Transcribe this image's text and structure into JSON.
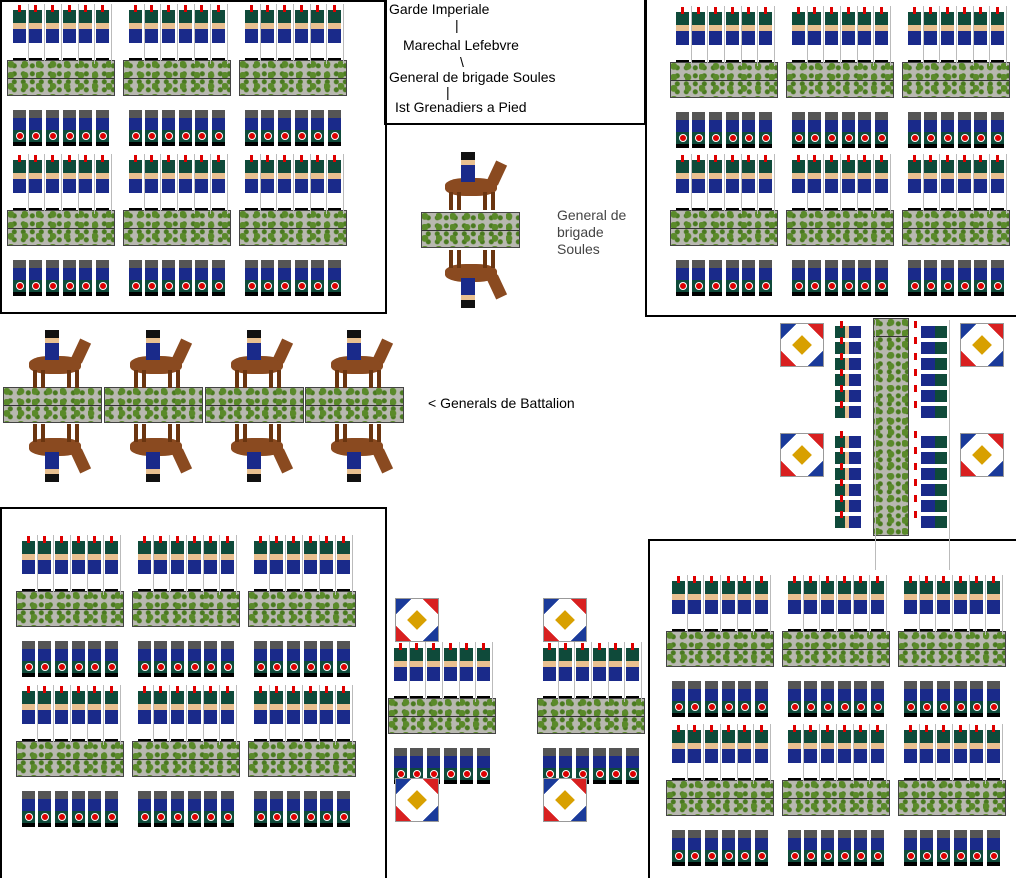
{
  "hierarchy": {
    "level1": "Garde Imperiale",
    "level2": "Marechal Lefebvre",
    "level3": "General de brigade Soules",
    "level4": "Ist Grenadiers a Pied"
  },
  "labels": {
    "brigade_general": "General de\nbrigade\nSoules",
    "battalion_generals": "< Generals de Battalion"
  },
  "colors": {
    "coat": "#1a2a8a",
    "bearskin": "#0f4a3a",
    "horse": "#8a4a20",
    "base": "#b8b8b0"
  }
}
